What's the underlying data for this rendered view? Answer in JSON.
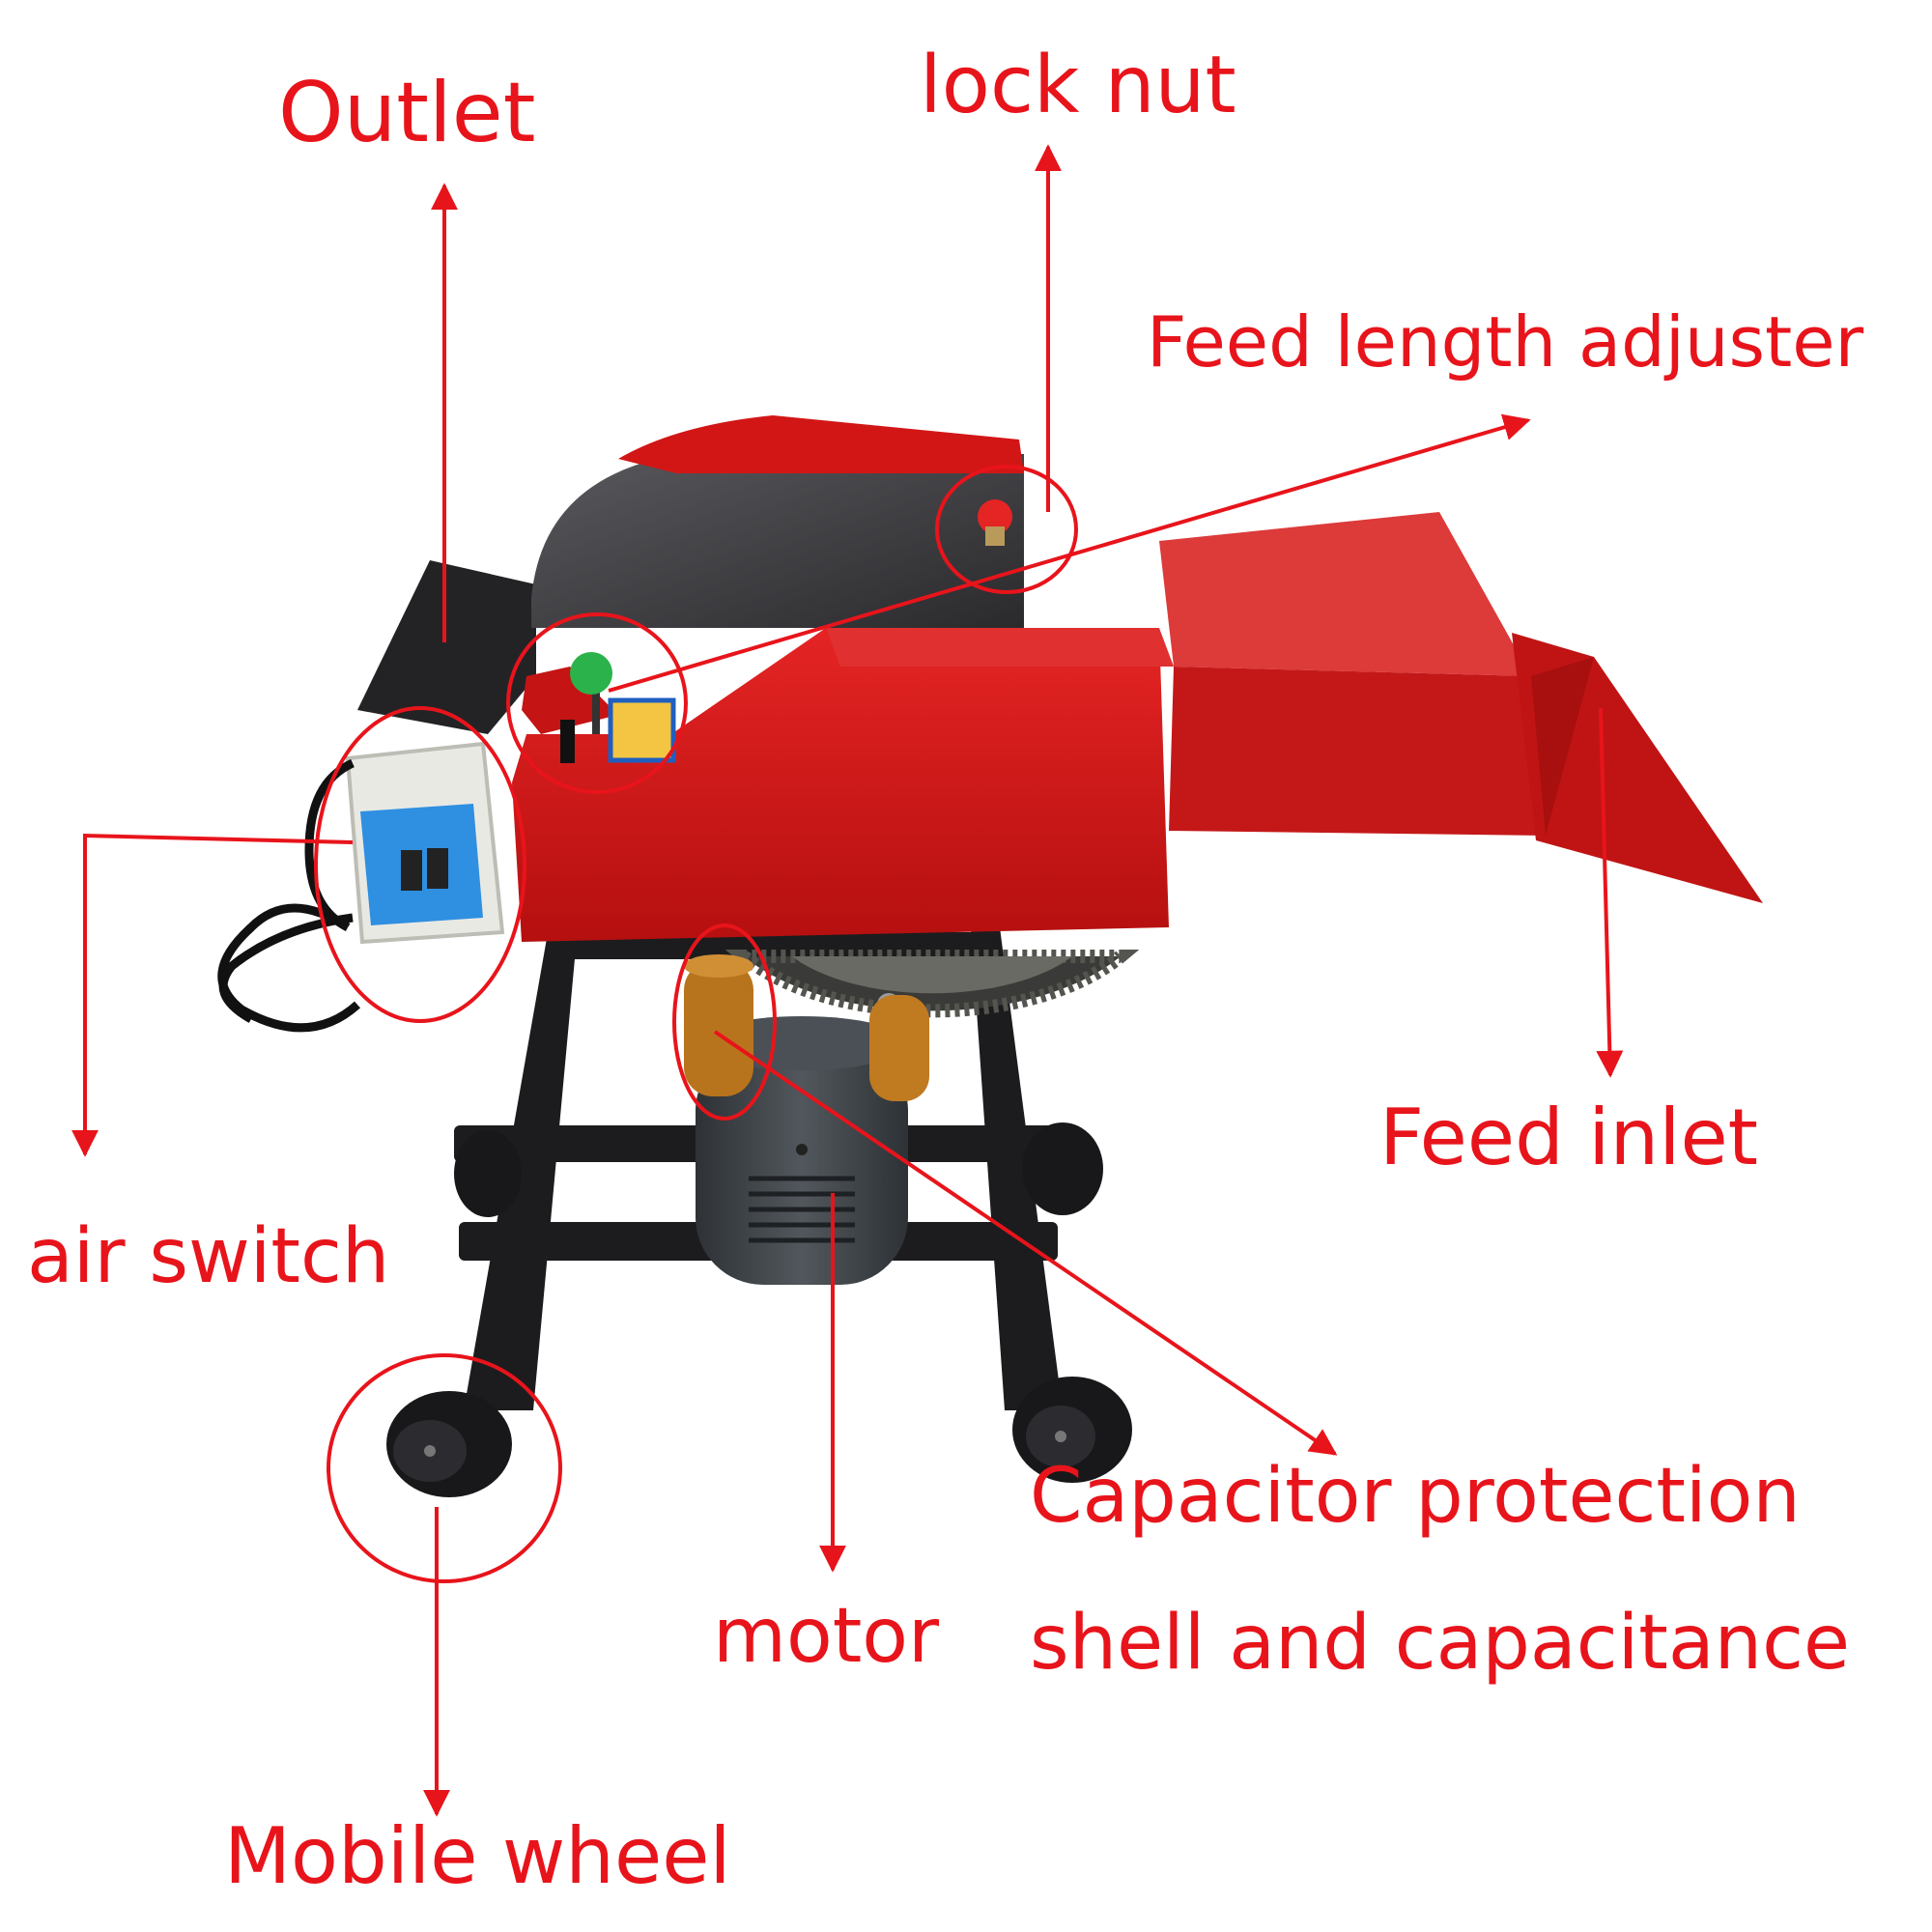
{
  "labels": {
    "outlet": "Outlet",
    "lock_nut": "lock nut",
    "feed_length_adjuster": "Feed length adjuster",
    "air_switch": "air switch",
    "feed_inlet": "Feed inlet",
    "capacitor_line1": "Capacitor protection",
    "capacitor_line2": "shell and capacitance",
    "motor": "motor",
    "mobile_wheel": "Mobile wheel"
  },
  "colors": {
    "annotation": "#e8141b",
    "machine_body": "#d21616",
    "frame": "#1c1c1e",
    "motor": "#3c4146",
    "capacitor": "#b8741c",
    "switch_window": "#2f8fe0",
    "knob": "#2bb24a"
  }
}
